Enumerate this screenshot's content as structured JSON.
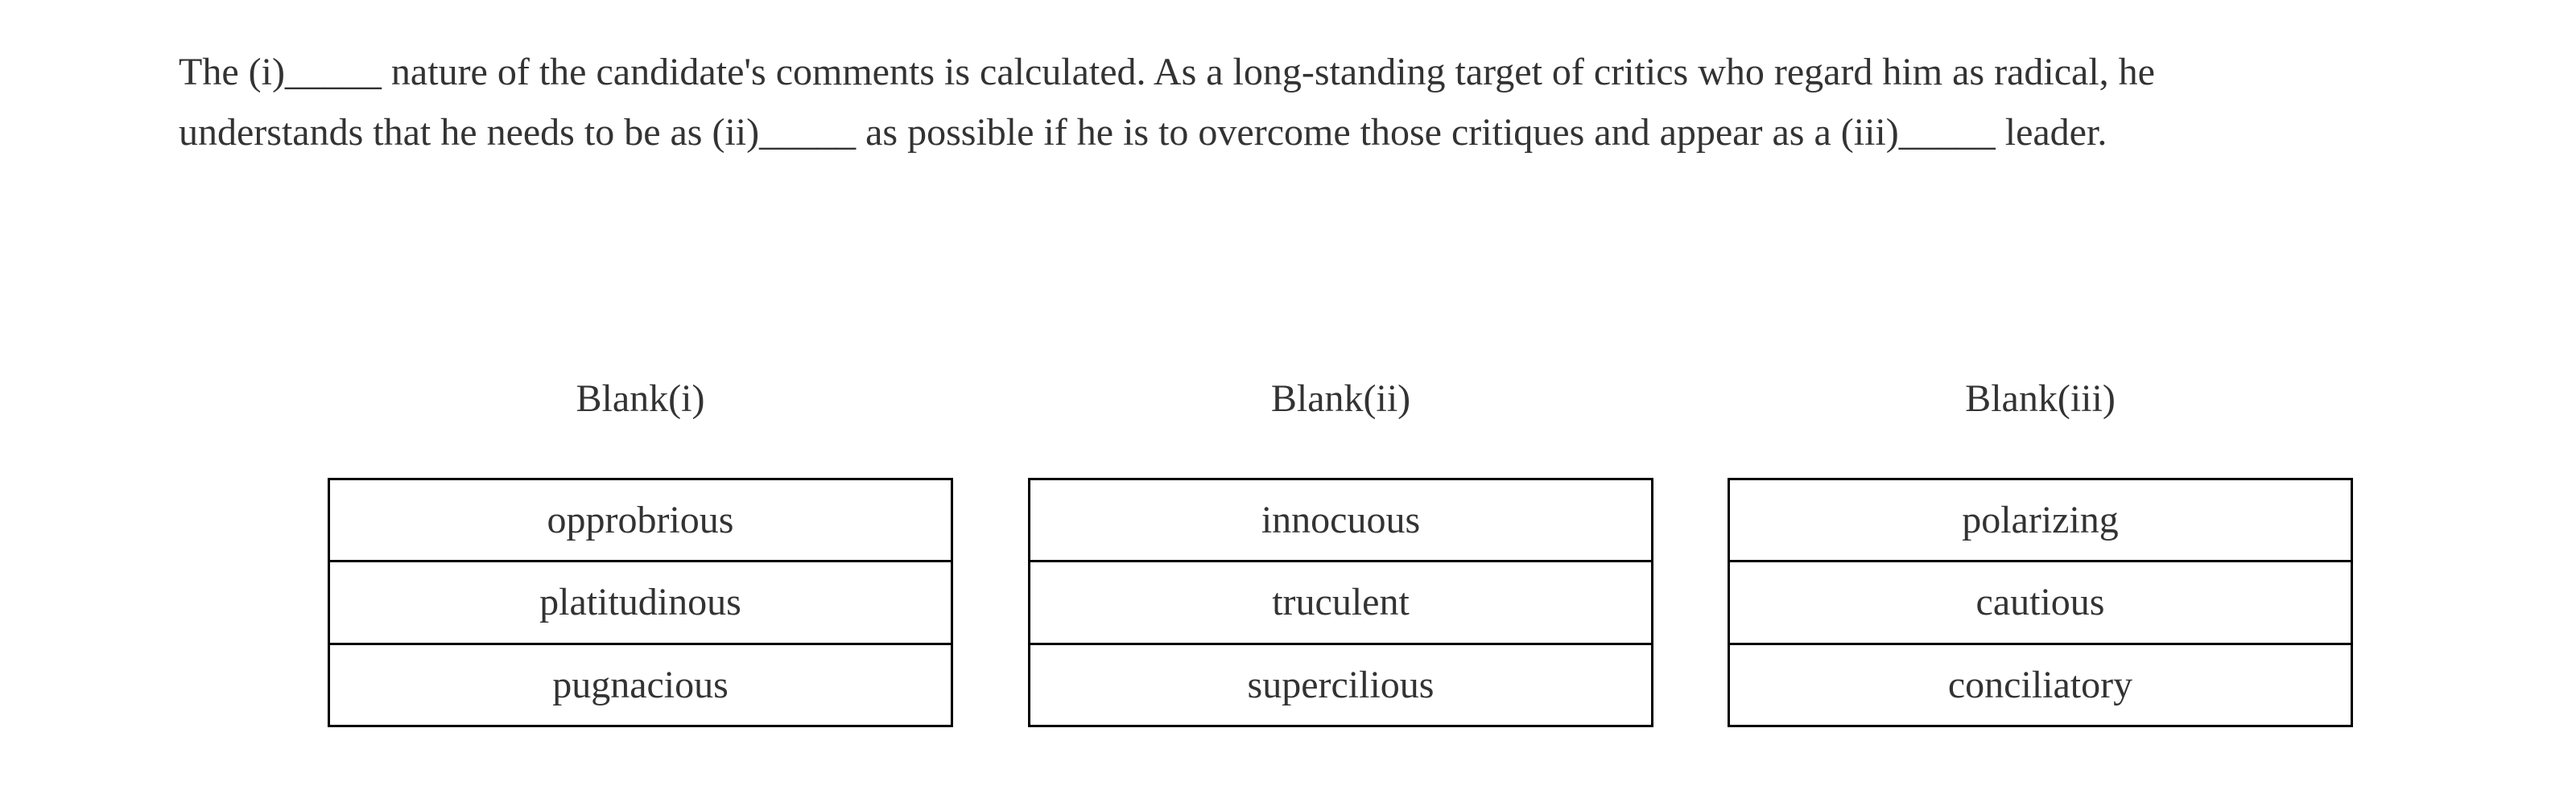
{
  "question": {
    "lines": [
      "The (i)_____ nature of the candidate's comments is calculated. As a long-standing target of critics who regard him as radical, he",
      "understands that he needs to be as (ii)_____ as possible if he is to overcome those critiques and appear as a (iii)_____ leader."
    ]
  },
  "blanks": [
    {
      "header": "Blank(i)",
      "options": [
        "opprobrious",
        "platitudinous",
        "pugnacious"
      ]
    },
    {
      "header": "Blank(ii)",
      "options": [
        "innocuous",
        "truculent",
        "supercilious"
      ]
    },
    {
      "header": "Blank(iii)",
      "options": [
        "polarizing",
        "cautious",
        "conciliatory"
      ]
    }
  ],
  "colors": {
    "text": "#333333",
    "border": "#000000",
    "background": "#ffffff"
  }
}
